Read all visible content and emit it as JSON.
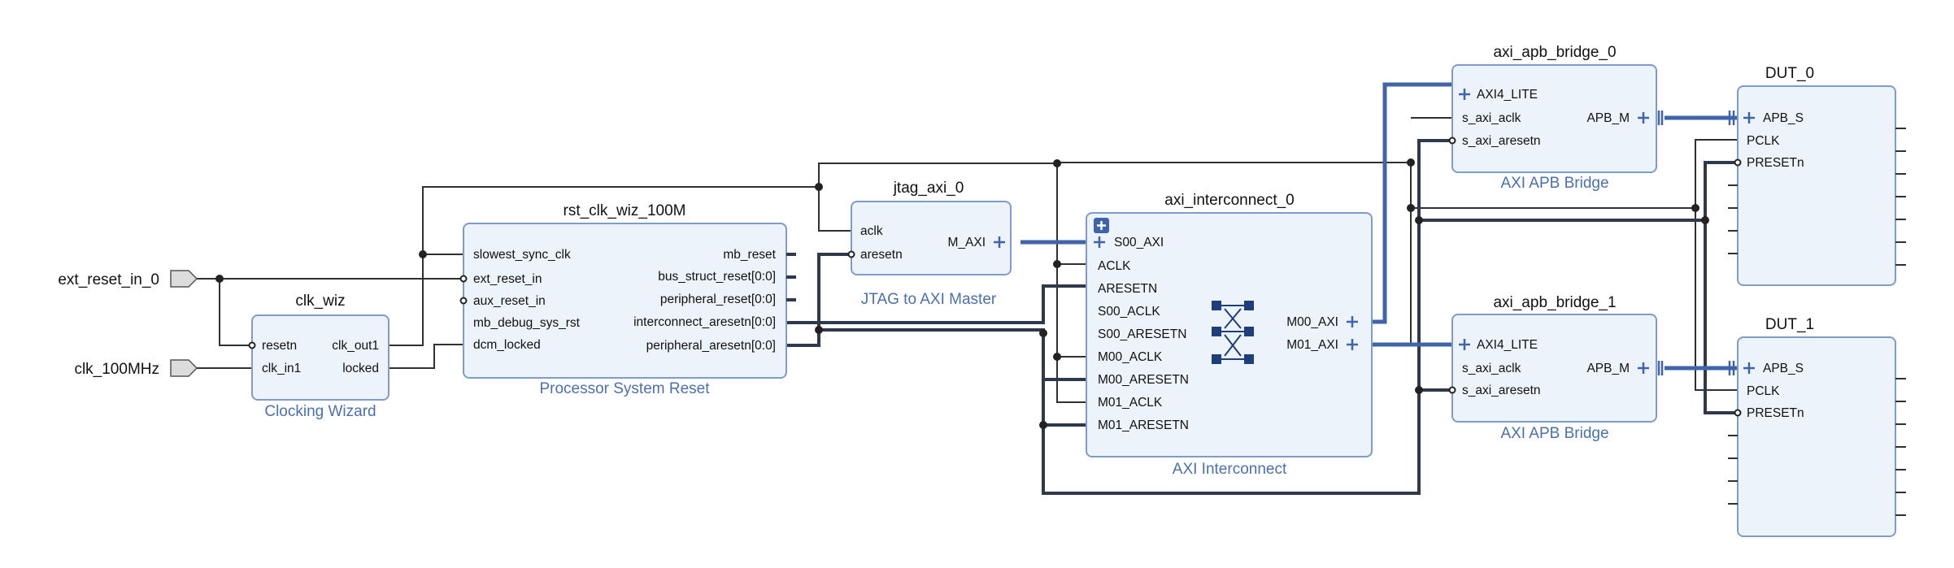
{
  "external_ports": {
    "ext_reset": "ext_reset_in_0",
    "clk": "clk_100MHz"
  },
  "clk_wiz": {
    "name": "clk_wiz",
    "subtitle": "Clocking Wizard",
    "inputs": [
      "resetn",
      "clk_in1"
    ],
    "outputs": [
      "clk_out1",
      "locked"
    ]
  },
  "rst": {
    "name": "rst_clk_wiz_100M",
    "subtitle": "Processor System Reset",
    "inputs": [
      "slowest_sync_clk",
      "ext_reset_in",
      "aux_reset_in",
      "mb_debug_sys_rst",
      "dcm_locked"
    ],
    "outputs": [
      "mb_reset",
      "bus_struct_reset[0:0]",
      "peripheral_reset[0:0]",
      "interconnect_aresetn[0:0]",
      "peripheral_aresetn[0:0]"
    ]
  },
  "jtag": {
    "name": "jtag_axi_0",
    "subtitle": "JTAG to AXI Master",
    "inputs": [
      "aclk",
      "aresetn"
    ],
    "outputs": [
      "M_AXI"
    ]
  },
  "axi_ic": {
    "name": "axi_interconnect_0",
    "subtitle": "AXI Interconnect",
    "inputs": [
      "S00_AXI",
      "ACLK",
      "ARESETN",
      "S00_ACLK",
      "S00_ARESETN",
      "M00_ACLK",
      "M00_ARESETN",
      "M01_ACLK",
      "M01_ARESETN"
    ],
    "outputs": [
      "M00_AXI",
      "M01_AXI"
    ]
  },
  "bridge0": {
    "name": "axi_apb_bridge_0",
    "subtitle": "AXI APB Bridge",
    "inputs": [
      "AXI4_LITE",
      "s_axi_aclk",
      "s_axi_aresetn"
    ],
    "outputs": [
      "APB_M"
    ]
  },
  "bridge1": {
    "name": "axi_apb_bridge_1",
    "subtitle": "AXI APB Bridge",
    "inputs": [
      "AXI4_LITE",
      "s_axi_aclk",
      "s_axi_aresetn"
    ],
    "outputs": [
      "APB_M"
    ]
  },
  "dut0": {
    "name": "DUT_0",
    "inputs": [
      "APB_S",
      "PCLK",
      "PRESETn"
    ]
  },
  "dut1": {
    "name": "DUT_1",
    "inputs": [
      "APB_S",
      "PCLK",
      "PRESETn"
    ]
  }
}
